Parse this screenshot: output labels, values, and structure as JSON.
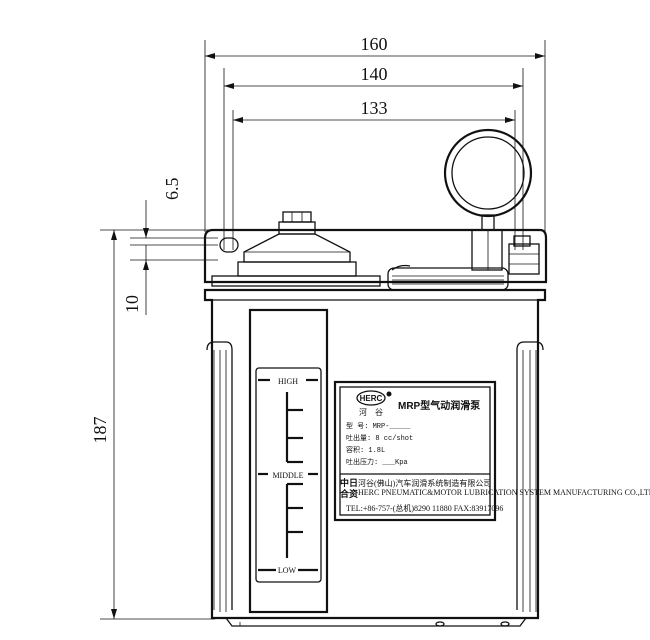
{
  "dimensions": {
    "width_outer": "160",
    "width_mid": "140",
    "width_inner": "133",
    "offset_top": "6.5",
    "offset_bolt": "10",
    "height": "187"
  },
  "gauge": {
    "high": "HIGH",
    "middle": "MIDDLE",
    "low": "LOW"
  },
  "nameplate": {
    "logo": "HERC",
    "brand_cn": "河　谷",
    "title": "MRP型气动润滑泵",
    "model": "型 号: MRP-_____",
    "output": "吐出量: 8 cc/shot",
    "capacity": "容积: 1.8L",
    "pressure": "吐出压力:  ___Kpa",
    "jv_line1": "中日",
    "jv_line2": "合资",
    "company_cn": "河谷(佛山)汽车润滑系统制造有限公司",
    "company_en": "HERC PNEUMATIC&MOTOR LUBRICATION SYSTEM MANUFACTURING CO.,LTD",
    "contact": "TEL:+86-757-(总机)8290 11880    FAX:83917096"
  }
}
